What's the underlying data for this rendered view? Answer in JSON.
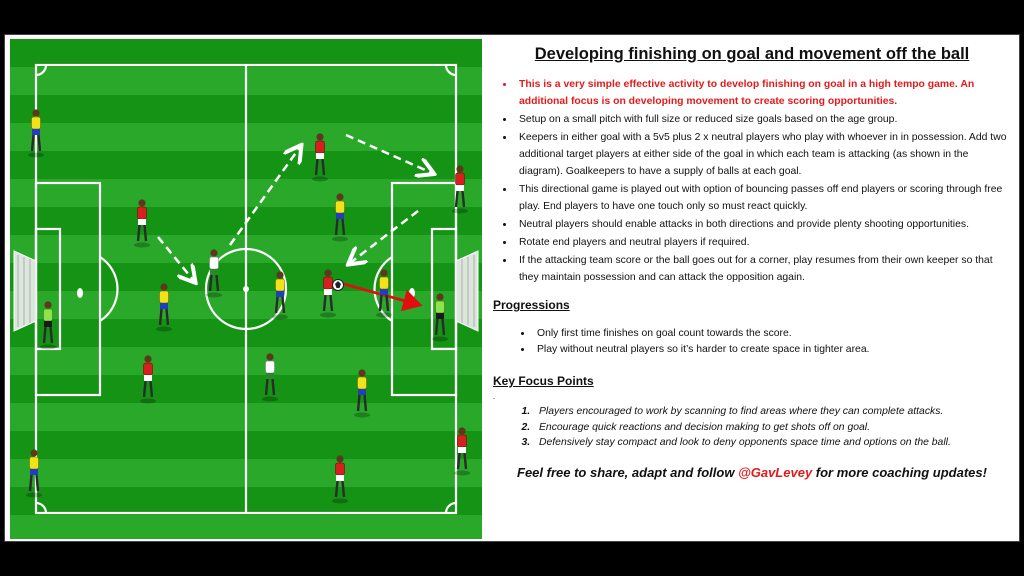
{
  "title": "Developing finishing on goal and movement off the ball",
  "bullets": [
    "This is a very simple effective activity to develop finishing on goal in a high tempo game. An additional focus is on developing movement to create scoring opportunities.",
    "Setup on a small pitch with full size or reduced size goals based on the age group.",
    "Keepers in either goal with a 5v5 plus 2 x neutral players who play with whoever in in possession.  Add two additional target players at either side of the goal in which each team is attacking (as shown in the diagram).  Goalkeepers to have a supply of balls at each goal.",
    "This directional game is played out with option of bouncing passes off end players or scoring through free play. End players to have one touch only so must react quickly.",
    "Neutral players should enable attacks in both directions and provide plenty shooting opportunities.",
    "Rotate end players and neutral players if required.",
    "If the attacking team score or the ball goes out for a corner, play resumes from their own keeper so that they maintain possession and can attack the opposition again."
  ],
  "progressions": {
    "heading": "Progressions",
    "items": [
      "Only first time finishes on goal count towards the score.",
      "Play without neutral players so it’s harder to create space in tighter area."
    ]
  },
  "focus": {
    "heading": "Key Focus Points",
    "separator": ".",
    "items": [
      "Players encouraged to work by scanning to find areas where they can complete attacks.",
      "Encourage quick reactions and decision making to get shots off on goal.",
      "Defensively stay compact and look to deny opponents space time and options on the ball."
    ]
  },
  "footer": {
    "before": "Feel free to share, adapt and follow ",
    "handle": "@GavLevey",
    "after": " for more coaching updates!"
  },
  "colors": {
    "highlight": "#e31b1b",
    "pitch_dark": "#138a13",
    "pitch_light": "#2fae2f",
    "team_red": "#d62020",
    "team_yellow": "#f2e21a",
    "neutral_white": "#ffffff",
    "keeper_green": "#8fe34a",
    "pass_arrow": "#ffffff",
    "shot_arrow": "#e01010"
  },
  "icons": {
    "player": "player-figure-icon",
    "ball": "football-icon"
  }
}
